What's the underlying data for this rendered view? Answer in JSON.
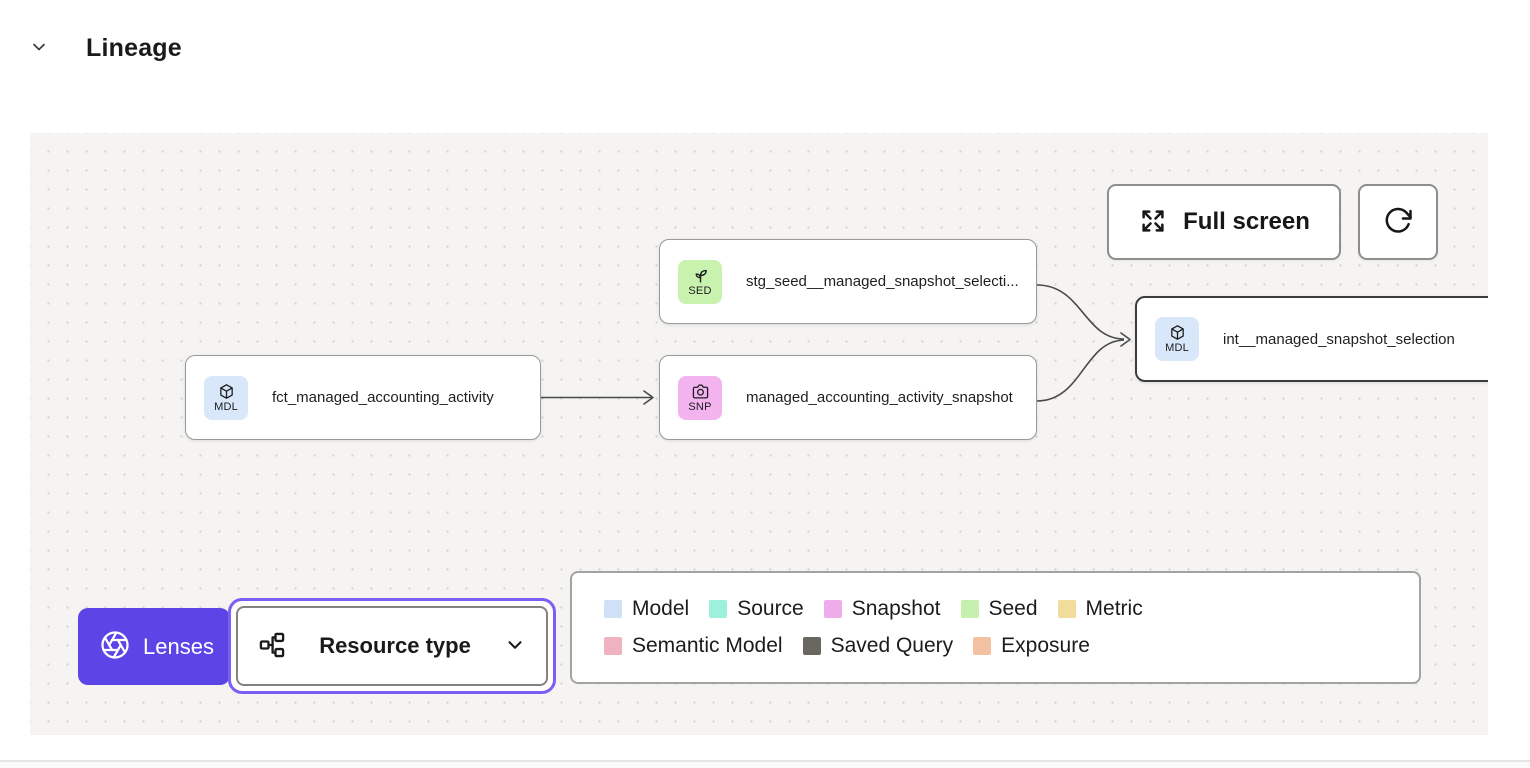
{
  "header": {
    "title": "Lineage"
  },
  "canvas": {
    "controls": {
      "full_screen_label": "Full screen"
    },
    "nodes": [
      {
        "type": "seed",
        "badge": "SED",
        "label": "stg_seed__managed_snapshot_selecti...",
        "color": "#c9f2ae"
      },
      {
        "type": "model",
        "badge": "MDL",
        "label": "fct_managed_accounting_activity",
        "color": "#d8e7fa"
      },
      {
        "type": "snapshot",
        "badge": "SNP",
        "label": "managed_accounting_activity_snapshot",
        "color": "#f2b3ee"
      },
      {
        "type": "model",
        "badge": "MDL",
        "label": "int__managed_snapshot_selection",
        "color": "#d8e7fa"
      }
    ],
    "lenses": {
      "label": "Lenses"
    },
    "resource_type": {
      "label": "Resource type"
    },
    "legend": {
      "items": [
        {
          "label": "Model",
          "color": "#cfe1f7"
        },
        {
          "label": "Source",
          "color": "#9df0dc"
        },
        {
          "label": "Snapshot",
          "color": "#eeacea"
        },
        {
          "label": "Seed",
          "color": "#c6f0ad"
        },
        {
          "label": "Metric",
          "color": "#f2dc9c"
        },
        {
          "label": "Semantic Model",
          "color": "#f0b2c0"
        },
        {
          "label": "Saved Query",
          "color": "#6a6761"
        },
        {
          "label": "Exposure",
          "color": "#f4c2a2"
        }
      ]
    }
  },
  "colors": {
    "accent_purple": "#5b45e6",
    "focus_ring_purple": "#7c5ef2",
    "canvas_background": "#f5f4f2",
    "node_border": "#9a9a98",
    "selected_node_border": "#3d3d3d",
    "edge_stroke": "#4a4a4a"
  }
}
